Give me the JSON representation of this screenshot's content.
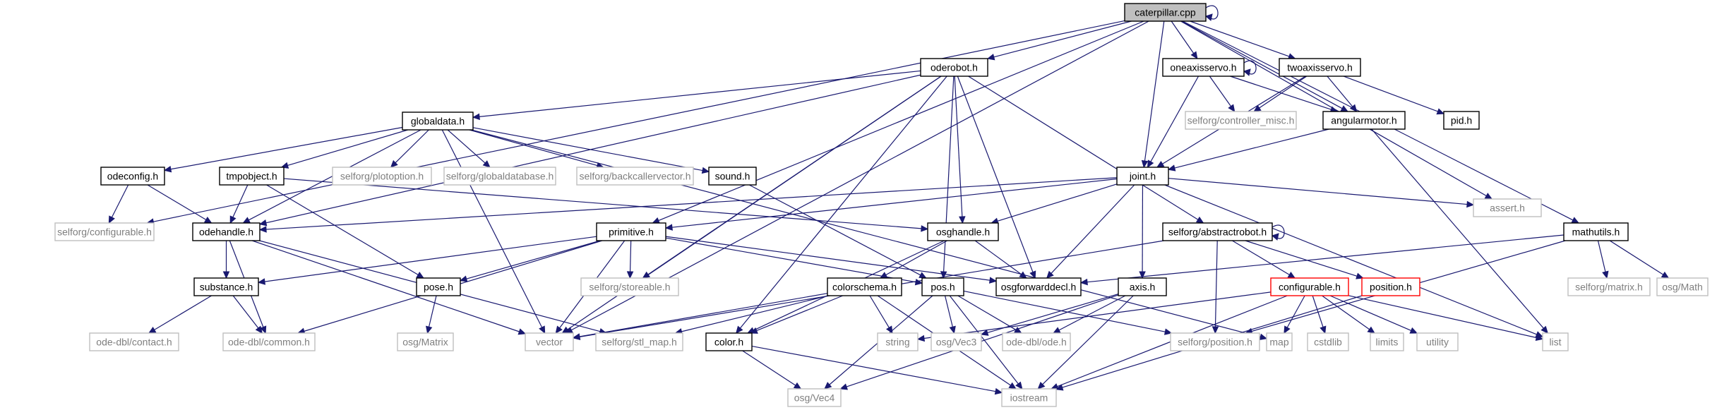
{
  "graph": {
    "nodes": [
      {
        "id": "caterpillar",
        "label": "caterpillar.cpp",
        "kind": "root"
      },
      {
        "id": "oderobot",
        "label": "oderobot.h",
        "kind": "doc"
      },
      {
        "id": "oneaxisservo",
        "label": "oneaxisservo.h",
        "kind": "doc"
      },
      {
        "id": "twoaxisservo",
        "label": "twoaxisservo.h",
        "kind": "doc"
      },
      {
        "id": "controller_misc",
        "label": "selforg/controller_misc.h",
        "kind": "ext"
      },
      {
        "id": "angularmotor",
        "label": "angularmotor.h",
        "kind": "doc"
      },
      {
        "id": "pid",
        "label": "pid.h",
        "kind": "doc"
      },
      {
        "id": "globaldata",
        "label": "globaldata.h",
        "kind": "doc"
      },
      {
        "id": "odeconfig",
        "label": "odeconfig.h",
        "kind": "doc"
      },
      {
        "id": "tmpobject",
        "label": "tmpobject.h",
        "kind": "doc"
      },
      {
        "id": "plotoption",
        "label": "selforg/plotoption.h",
        "kind": "ext"
      },
      {
        "id": "globaldatabase",
        "label": "selforg/globaldatabase.h",
        "kind": "ext"
      },
      {
        "id": "backcallervector",
        "label": "selforg/backcallervector.h",
        "kind": "ext"
      },
      {
        "id": "sound",
        "label": "sound.h",
        "kind": "doc"
      },
      {
        "id": "joint",
        "label": "joint.h",
        "kind": "doc"
      },
      {
        "id": "configurable",
        "label": "selforg/configurable.h",
        "kind": "ext"
      },
      {
        "id": "odehandle",
        "label": "odehandle.h",
        "kind": "doc"
      },
      {
        "id": "primitive",
        "label": "primitive.h",
        "kind": "doc"
      },
      {
        "id": "osghandle",
        "label": "osghandle.h",
        "kind": "doc"
      },
      {
        "id": "abstractrobot",
        "label": "selforg/abstractrobot.h",
        "kind": "doc"
      },
      {
        "id": "assert",
        "label": "assert.h",
        "kind": "ext"
      },
      {
        "id": "mathutils",
        "label": "mathutils.h",
        "kind": "doc"
      },
      {
        "id": "storeable",
        "label": "selforg/storeable.h",
        "kind": "ext"
      },
      {
        "id": "substance",
        "label": "substance.h",
        "kind": "doc"
      },
      {
        "id": "pose",
        "label": "pose.h",
        "kind": "doc"
      },
      {
        "id": "colorschema",
        "label": "colorschema.h",
        "kind": "doc"
      },
      {
        "id": "pos",
        "label": "pos.h",
        "kind": "doc"
      },
      {
        "id": "osgforwarddecl",
        "label": "osgforwarddecl.h",
        "kind": "doc"
      },
      {
        "id": "axis",
        "label": "axis.h",
        "kind": "doc"
      },
      {
        "id": "configurableh",
        "label": "configurable.h",
        "kind": "red"
      },
      {
        "id": "positionh",
        "label": "position.h",
        "kind": "red"
      },
      {
        "id": "selforgmatrix",
        "label": "selforg/matrix.h",
        "kind": "ext"
      },
      {
        "id": "osgmath",
        "label": "osg/Math",
        "kind": "ext"
      },
      {
        "id": "contact",
        "label": "ode-dbl/contact.h",
        "kind": "ext"
      },
      {
        "id": "common",
        "label": "ode-dbl/common.h",
        "kind": "ext"
      },
      {
        "id": "osgmatrix",
        "label": "osg/Matrix",
        "kind": "ext"
      },
      {
        "id": "vector",
        "label": "vector",
        "kind": "ext"
      },
      {
        "id": "stlmap",
        "label": "selforg/stl_map.h",
        "kind": "ext"
      },
      {
        "id": "color",
        "label": "color.h",
        "kind": "doc"
      },
      {
        "id": "string",
        "label": "string",
        "kind": "ext"
      },
      {
        "id": "vec3",
        "label": "osg/Vec3",
        "kind": "ext"
      },
      {
        "id": "odeh",
        "label": "ode-dbl/ode.h",
        "kind": "ext"
      },
      {
        "id": "selforgposition",
        "label": "selforg/position.h",
        "kind": "ext"
      },
      {
        "id": "map",
        "label": "map",
        "kind": "ext"
      },
      {
        "id": "cstdlib",
        "label": "cstdlib",
        "kind": "ext"
      },
      {
        "id": "limits",
        "label": "limits",
        "kind": "ext"
      },
      {
        "id": "utility",
        "label": "utility",
        "kind": "ext"
      },
      {
        "id": "list",
        "label": "list",
        "kind": "ext"
      },
      {
        "id": "vec4",
        "label": "osg/Vec4",
        "kind": "ext"
      },
      {
        "id": "iostream",
        "label": "iostream",
        "kind": "ext"
      }
    ],
    "edges": [
      [
        "caterpillar",
        "caterpillar"
      ],
      [
        "caterpillar",
        "oderobot"
      ],
      [
        "caterpillar",
        "oneaxisservo"
      ],
      [
        "caterpillar",
        "twoaxisservo"
      ],
      [
        "caterpillar",
        "angularmotor"
      ],
      [
        "caterpillar",
        "joint"
      ],
      [
        "caterpillar",
        "primitive"
      ],
      [
        "caterpillar",
        "configurable"
      ],
      [
        "caterpillar",
        "vector"
      ],
      [
        "caterpillar",
        "assert"
      ],
      [
        "caterpillar",
        "mathutils"
      ],
      [
        "oderobot",
        "globaldata"
      ],
      [
        "oderobot",
        "odehandle"
      ],
      [
        "oderobot",
        "osghandle"
      ],
      [
        "oderobot",
        "abstractrobot"
      ],
      [
        "oderobot",
        "storeable"
      ],
      [
        "oderobot",
        "osgforwarddecl"
      ],
      [
        "oderobot",
        "pos"
      ],
      [
        "oderobot",
        "color"
      ],
      [
        "oderobot",
        "vector"
      ],
      [
        "oneaxisservo",
        "oneaxisservo"
      ],
      [
        "oneaxisservo",
        "controller_misc"
      ],
      [
        "oneaxisservo",
        "angularmotor"
      ],
      [
        "oneaxisservo",
        "joint"
      ],
      [
        "twoaxisservo",
        "controller_misc"
      ],
      [
        "twoaxisservo",
        "angularmotor"
      ],
      [
        "twoaxisservo",
        "pid"
      ],
      [
        "twoaxisservo",
        "joint"
      ],
      [
        "angularmotor",
        "joint"
      ],
      [
        "angularmotor",
        "list"
      ],
      [
        "globaldata",
        "odeconfig"
      ],
      [
        "globaldata",
        "tmpobject"
      ],
      [
        "globaldata",
        "plotoption"
      ],
      [
        "globaldata",
        "globaldatabase"
      ],
      [
        "globaldata",
        "backcallervector"
      ],
      [
        "globaldata",
        "sound"
      ],
      [
        "globaldata",
        "odehandle"
      ],
      [
        "globaldata",
        "vector"
      ],
      [
        "globaldata",
        "map"
      ],
      [
        "odeconfig",
        "configurable"
      ],
      [
        "odeconfig",
        "odehandle"
      ],
      [
        "tmpobject",
        "odehandle"
      ],
      [
        "tmpobject",
        "osghandle"
      ],
      [
        "tmpobject",
        "pose"
      ],
      [
        "sound",
        "pos"
      ],
      [
        "joint",
        "odehandle"
      ],
      [
        "joint",
        "primitive"
      ],
      [
        "joint",
        "osghandle"
      ],
      [
        "joint",
        "osgforwarddecl"
      ],
      [
        "joint",
        "axis"
      ],
      [
        "joint",
        "assert"
      ],
      [
        "joint",
        "list"
      ],
      [
        "odehandle",
        "substance"
      ],
      [
        "odehandle",
        "common"
      ],
      [
        "odehandle",
        "vector"
      ],
      [
        "odehandle",
        "stlmap"
      ],
      [
        "primitive",
        "substance"
      ],
      [
        "primitive",
        "pose"
      ],
      [
        "primitive",
        "storeable"
      ],
      [
        "primitive",
        "pos"
      ],
      [
        "primitive",
        "osgforwarddecl"
      ],
      [
        "primitive",
        "common"
      ],
      [
        "primitive",
        "vector"
      ],
      [
        "osghandle",
        "colorschema"
      ],
      [
        "osghandle",
        "osgforwarddecl"
      ],
      [
        "osghandle",
        "color"
      ],
      [
        "abstractrobot",
        "abstractrobot"
      ],
      [
        "abstractrobot",
        "configurableh"
      ],
      [
        "abstractrobot",
        "positionh"
      ],
      [
        "abstractrobot",
        "selforgposition"
      ],
      [
        "abstractrobot",
        "vector"
      ],
      [
        "mathutils",
        "osgforwarddecl"
      ],
      [
        "mathutils",
        "selforgposition"
      ],
      [
        "mathutils",
        "selforgmatrix"
      ],
      [
        "mathutils",
        "osgmath"
      ],
      [
        "substance",
        "contact"
      ],
      [
        "substance",
        "common"
      ],
      [
        "pose",
        "osgmatrix"
      ],
      [
        "colorschema",
        "vector"
      ],
      [
        "colorschema",
        "stlmap"
      ],
      [
        "colorschema",
        "color"
      ],
      [
        "colorschema",
        "string"
      ],
      [
        "colorschema",
        "iostream"
      ],
      [
        "pos",
        "vec3"
      ],
      [
        "pos",
        "odeh"
      ],
      [
        "pos",
        "selforgposition"
      ],
      [
        "pos",
        "iostream"
      ],
      [
        "pos",
        "vec4"
      ],
      [
        "axis",
        "vec3"
      ],
      [
        "axis",
        "vec4"
      ],
      [
        "axis",
        "odeh"
      ],
      [
        "axis",
        "iostream"
      ],
      [
        "color",
        "vec4"
      ],
      [
        "color",
        "iostream"
      ],
      [
        "configurableh",
        "string"
      ],
      [
        "configurableh",
        "map"
      ],
      [
        "configurableh",
        "cstdlib"
      ],
      [
        "configurableh",
        "limits"
      ],
      [
        "configurableh",
        "utility"
      ],
      [
        "configurableh",
        "list"
      ],
      [
        "configurableh",
        "iostream"
      ],
      [
        "positionh",
        "iostream"
      ]
    ]
  }
}
